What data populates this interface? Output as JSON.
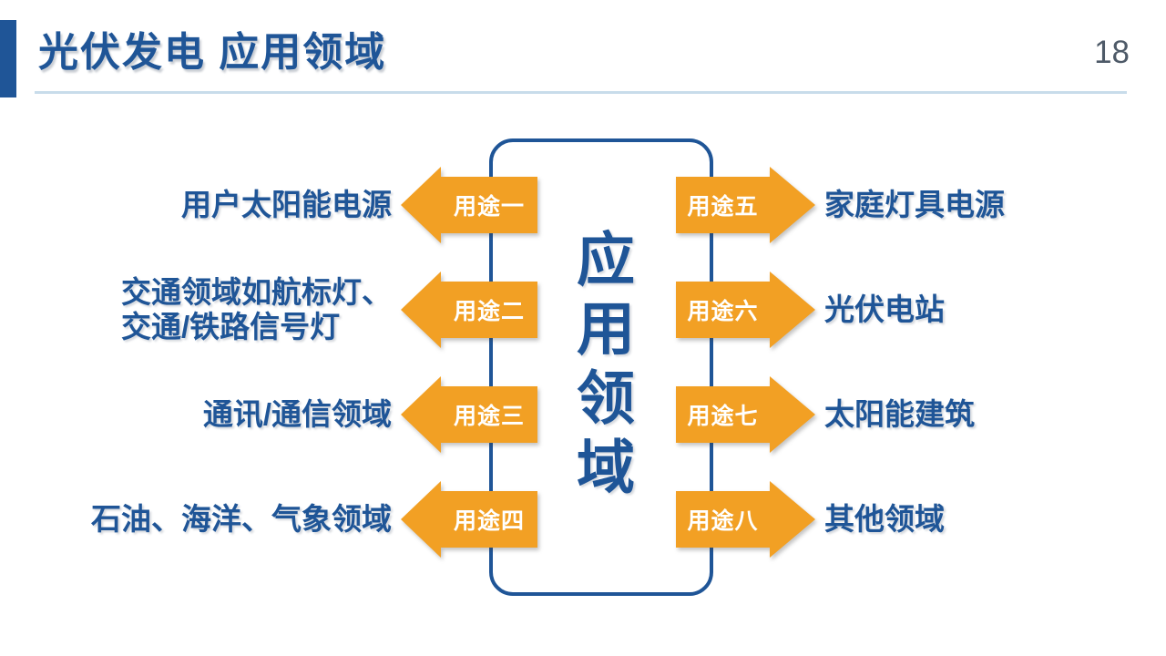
{
  "slide": {
    "title": "光伏发电 应用领域",
    "page_number": "18"
  },
  "colors": {
    "primary_blue": "#1F5597",
    "accent_orange": "#F2A024",
    "divider_blue": "#C8DCEA",
    "page_number_gray": "#4E5A68",
    "arrow_text": "#FFFFFF"
  },
  "diagram": {
    "center_label": "应用领域",
    "left_items": [
      {
        "tag": "用途一",
        "lines": [
          "用户太阳能电源"
        ]
      },
      {
        "tag": "用途二",
        "lines": [
          "交通领域如航标灯、",
          "交通/铁路信号灯"
        ]
      },
      {
        "tag": "用途三",
        "lines": [
          "通讯/通信领域"
        ]
      },
      {
        "tag": "用途四",
        "lines": [
          "石油、海洋、气象领域"
        ]
      }
    ],
    "right_items": [
      {
        "tag": "用途五",
        "lines": [
          "家庭灯具电源"
        ]
      },
      {
        "tag": "用途六",
        "lines": [
          "光伏电站"
        ]
      },
      {
        "tag": "用途七",
        "lines": [
          "太阳能建筑"
        ]
      },
      {
        "tag": "用途八",
        "lines": [
          "其他领域"
        ]
      }
    ]
  }
}
